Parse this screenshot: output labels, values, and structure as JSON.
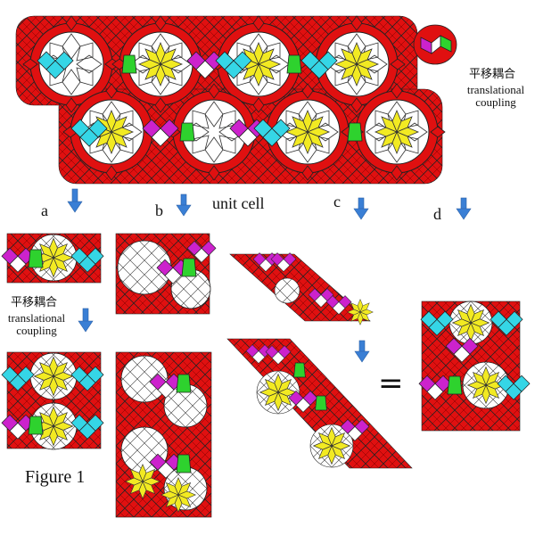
{
  "colors": {
    "red": "#e01010",
    "white": "#ffffff",
    "yellow": "#f2ea22",
    "cyan": "#35d6e6",
    "magenta": "#cc22cc",
    "green": "#2ed22e",
    "stroke": "#222222",
    "arrow": "#3a7fd5"
  },
  "labels": {
    "a": "a",
    "b": "b",
    "c": "c",
    "d": "d",
    "unit_cell": "unit cell",
    "translational_cjk": "平移耦合",
    "translational_1": "translational",
    "coupling": "coupling",
    "equals": "=",
    "figure": "Figure 1"
  }
}
